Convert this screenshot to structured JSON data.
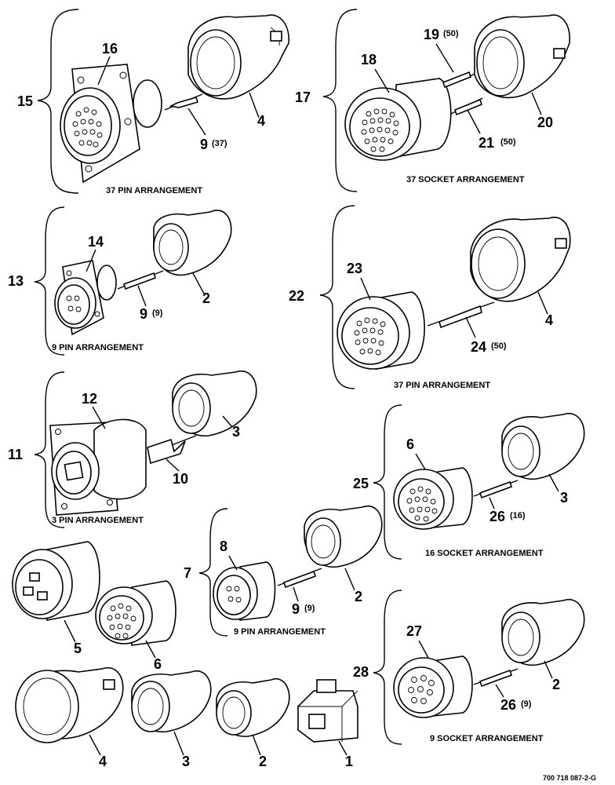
{
  "groups": {
    "g15": {
      "num": "15",
      "caption": "37 PIN ARRANGEMENT",
      "callouts": {
        "a": "16",
        "b": "4",
        "c": "9",
        "c_qty": "(37)"
      }
    },
    "g17": {
      "num": "17",
      "caption": "37 SOCKET ARRANGEMENT",
      "callouts": {
        "a": "18",
        "b": "19",
        "b_qty": "(50)",
        "c": "20",
        "d": "21",
        "d_qty": "(50)"
      }
    },
    "g13": {
      "num": "13",
      "caption": "9 PIN ARRANGEMENT",
      "callouts": {
        "a": "14",
        "b": "2",
        "c": "9",
        "c_qty": "(9)"
      }
    },
    "g22": {
      "num": "22",
      "caption": "37 PIN ARRANGEMENT",
      "callouts": {
        "a": "23",
        "b": "4",
        "c": "24",
        "c_qty": "(50)"
      }
    },
    "g11": {
      "num": "11",
      "caption": "3 PIN ARRANGEMENT",
      "callouts": {
        "a": "12",
        "b": "3",
        "c": "10"
      }
    },
    "g25": {
      "num": "25",
      "caption": "16 SOCKET ARRANGEMENT",
      "callouts": {
        "a": "6",
        "b": "3",
        "c": "26",
        "c_qty": "(16)"
      }
    },
    "g7": {
      "num": "7",
      "caption": "9 PIN ARRANGEMENT",
      "callouts": {
        "a": "8",
        "b": "2",
        "c": "9",
        "c_qty": "(9)"
      }
    },
    "g28": {
      "num": "28",
      "caption": "9 SOCKET ARRANGEMENT",
      "callouts": {
        "a": "27",
        "b": "2",
        "c": "26",
        "c_qty": "(9)"
      }
    }
  },
  "loose_parts": {
    "p5": "5",
    "p6": "6",
    "p4": "4",
    "p3": "3",
    "p2": "2",
    "p1": "1"
  },
  "figure_id": "700 718 087-2-G"
}
